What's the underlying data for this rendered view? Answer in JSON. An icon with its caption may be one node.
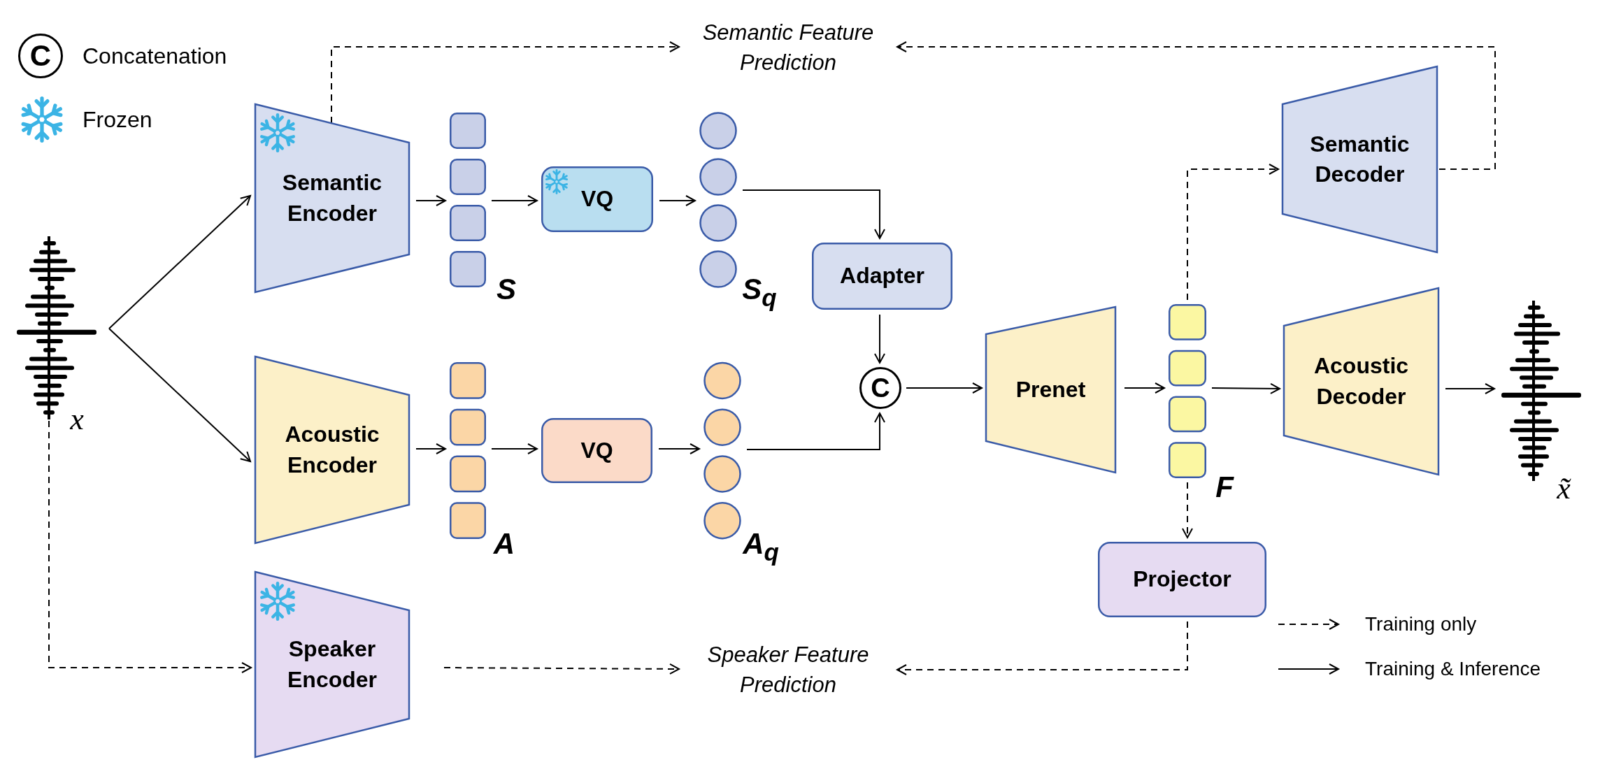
{
  "diagram": {
    "nodes": [
      {
        "text": [
          "Semantic Feature Prediction"
        ]
      },
      {
        "text": [],
        "shape": "picture",
        "beside": [
          "x"
        ]
      },
      {
        "text": [
          "Semantic Encoder"
        ]
      },
      {
        "text": [],
        "shape": "box",
        "beside": [
          "S"
        ]
      },
      {
        "text": [
          "VQ"
        ]
      },
      {
        "text": [],
        "shape": "circle",
        "beside": [
          "S$_{q}$"
        ]
      },
      {
        "text": [
          "Adapter"
        ]
      },
      {
        "text": [
          "Semantic Decoder"
        ]
      },
      {
        "text": [
          "Acoustic Encoder"
        ]
      },
      {
        "text": [],
        "shape": "box",
        "beside": [
          "A"
        ]
      },
      {
        "text": [
          "VQ"
        ]
      },
      {
        "text": [],
        "shape": "circle",
        "beside": [
          "A$_{q}$"
        ]
      },
      {
        "text": [
          "C"
        ]
      },
      {
        "text": [
          "Prenet"
        ]
      },
      {
        "text": [],
        "shape": "box",
        "beside": [
          "F"
        ]
      },
      {
        "text": [
          "Acoustic Decoder"
        ]
      },
      {
        "text": [],
        "shape": "picture",
        "beside": [
          "x̃"
        ]
      },
      {
        "text": [
          "Projector"
        ]
      },
      {
        "text": [
          "Speaker Encoder"
        ]
      },
      {
        "text": [
          "Speaker Feature Prediction"
        ]
      }
    ],
    "edges": [
      {
        "from": 1,
        "to": 2,
        "arrow": "to"
      },
      {
        "from": 1,
        "to": 8,
        "arrow": "to"
      },
      {
        "from": 2,
        "to": 3,
        "arrow": "to"
      },
      {
        "from": 3,
        "to": 4,
        "arrow": "to"
      },
      {
        "from": 4,
        "to": 5,
        "arrow": "to"
      },
      {
        "from": 5,
        "to": 6,
        "arrow": "to"
      },
      {
        "from": 6,
        "to": 12,
        "arrow": "to"
      },
      {
        "from": 8,
        "to": 9,
        "arrow": "to"
      },
      {
        "from": 9,
        "to": 10,
        "arrow": "to"
      },
      {
        "from": 10,
        "to": 11,
        "arrow": "to"
      },
      {
        "from": 11,
        "to": 12,
        "arrow": "to"
      },
      {
        "from": 12,
        "to": 13,
        "arrow": "to"
      },
      {
        "from": 13,
        "to": 14,
        "arrow": "to"
      },
      {
        "from": 14,
        "to": 15,
        "arrow": "to"
      },
      {
        "from": 15,
        "to": 16,
        "arrow": "to"
      },
      {
        "from": 2,
        "to": 0,
        "arrow": "to",
        "style": "dashed"
      },
      {
        "from": 7,
        "to": 0,
        "arrow": "to",
        "style": "dashed"
      },
      {
        "from": 14,
        "to": 7,
        "arrow": "to",
        "style": "dashed"
      },
      {
        "from": 1,
        "to": 18,
        "arrow": "to",
        "style": "dashed"
      },
      {
        "from": 18,
        "to": 19,
        "arrow": "to",
        "style": "dashed"
      },
      {
        "from": 14,
        "to": 17,
        "arrow": "to",
        "style": "dashed"
      },
      {
        "from": 17,
        "to": 19,
        "arrow": "to",
        "style": "dashed"
      }
    ],
    "labels": [
      "C"
    ],
    "legend": [
      {
        "text": "Concatenation"
      },
      {
        "text": "Frozen"
      },
      {
        "text": "Training only"
      },
      {
        "text": "Training & Inference"
      }
    ]
  }
}
